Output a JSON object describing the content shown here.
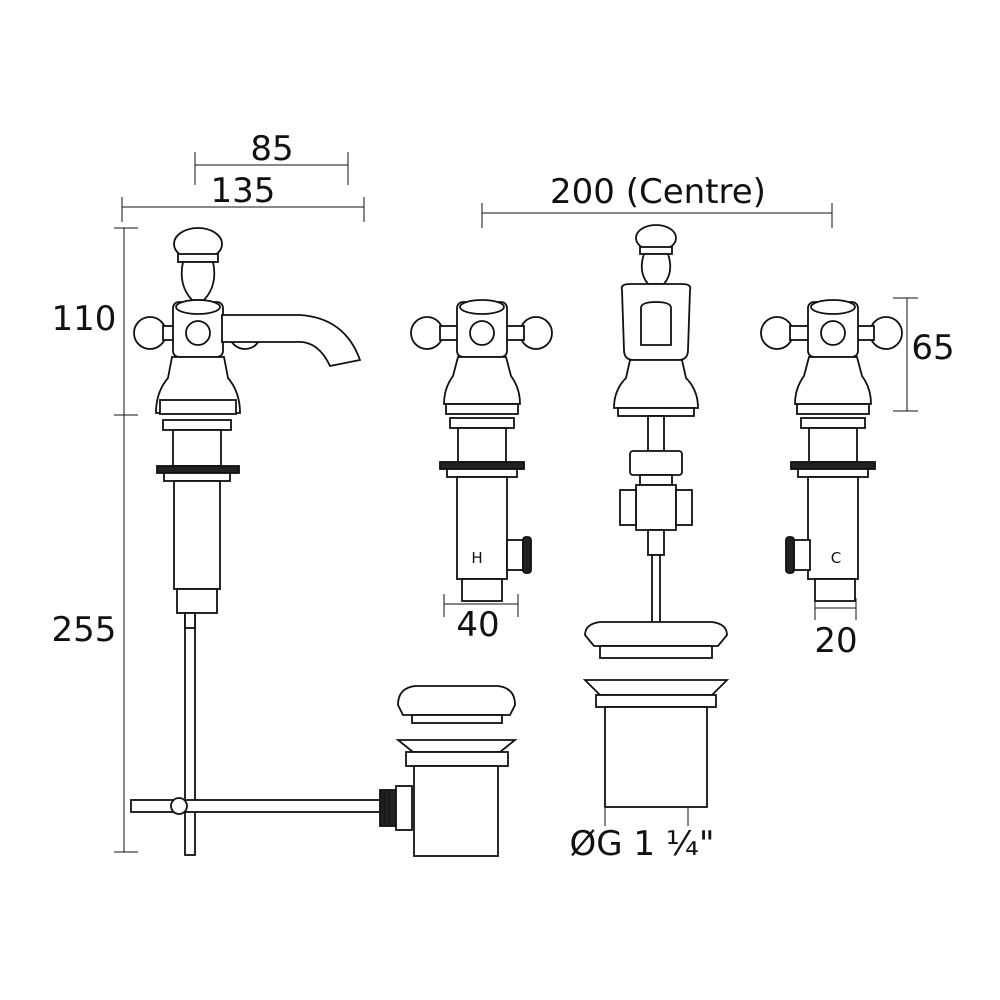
{
  "dimensions": {
    "spout_reach": "85",
    "handle_span": "135",
    "centre_distance": "200 (Centre)",
    "upper_height": "110",
    "lower_height": "255",
    "handle_height": "65",
    "tail_width": "40",
    "pipe_width": "20",
    "waste_thread": "ØG 1 ¼\""
  },
  "valve_marks": {
    "hot": "H",
    "cold": "C"
  },
  "colors": {
    "line": "#111111",
    "background": "#ffffff"
  }
}
